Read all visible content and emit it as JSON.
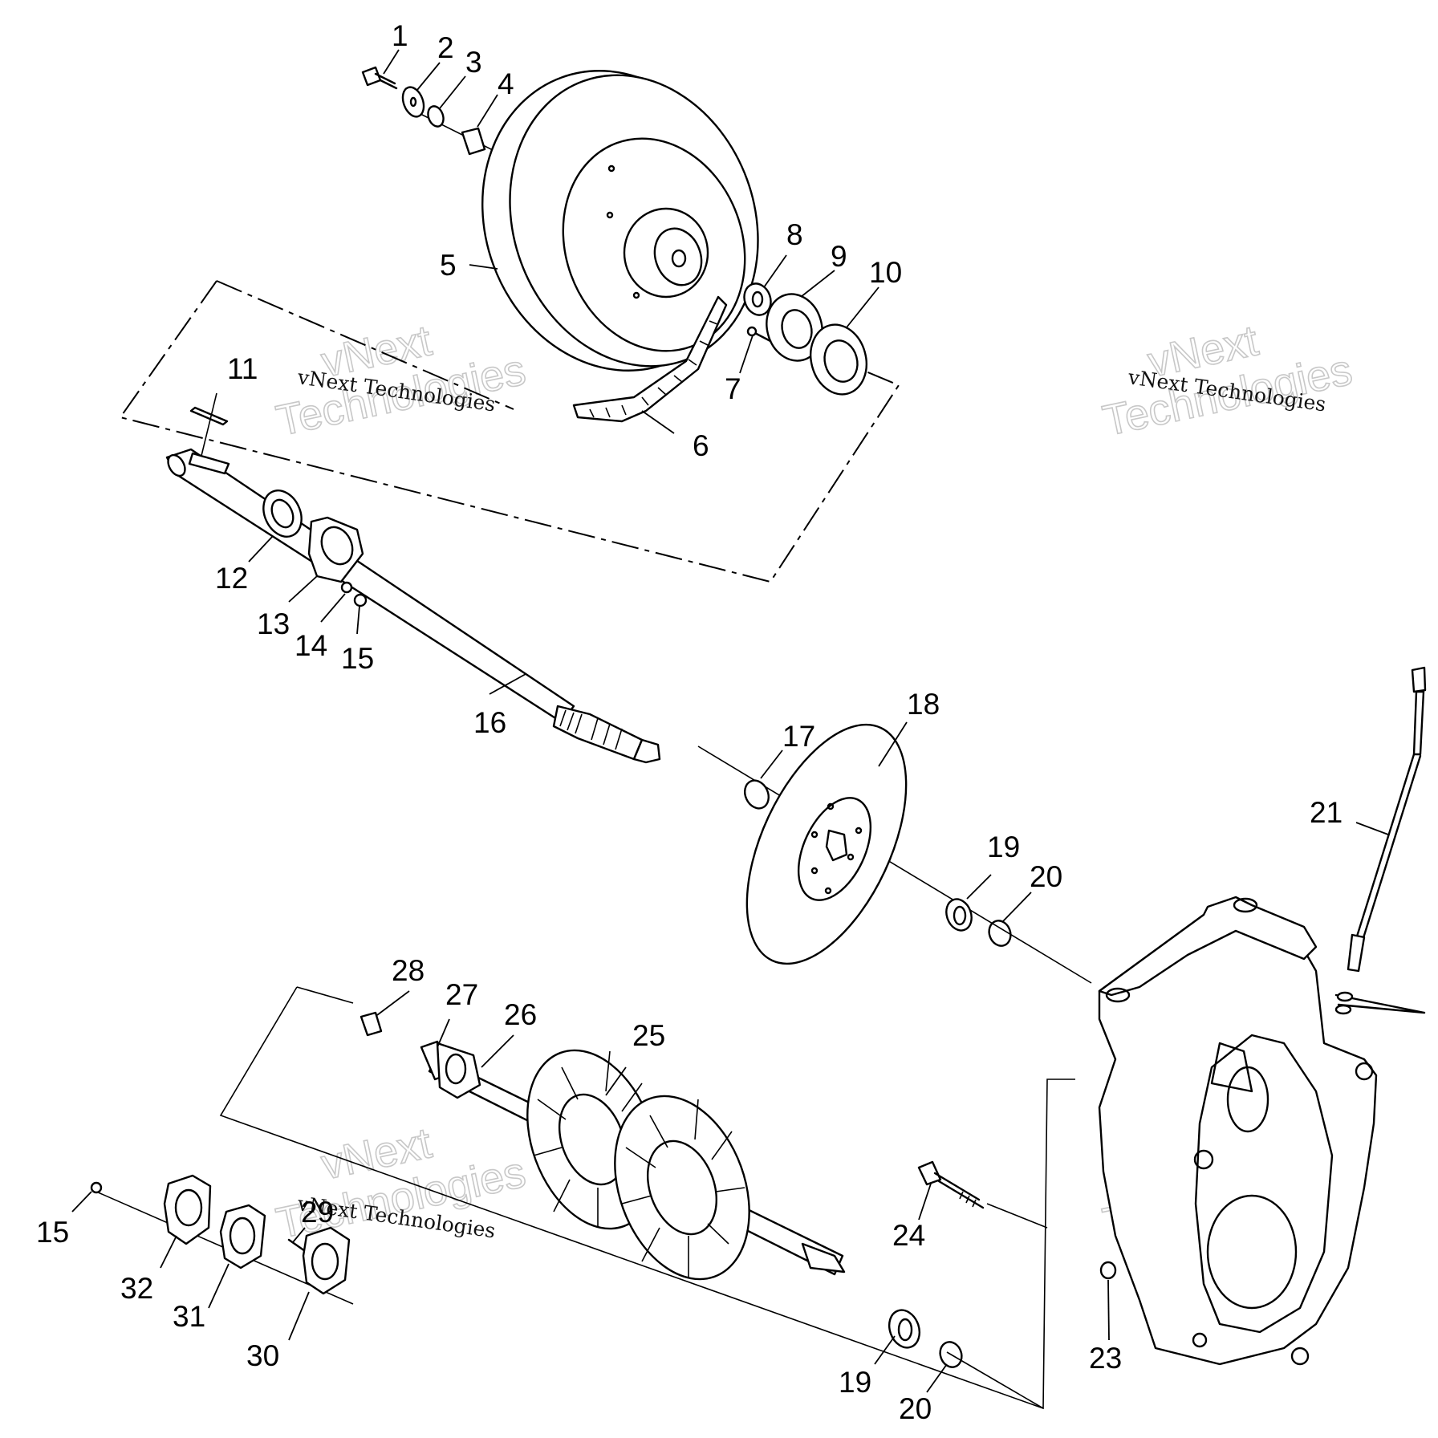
{
  "watermark": {
    "line1": "vNext",
    "line2": "Technologies",
    "small": "vNext Technologies"
  },
  "callouts": {
    "c1": "1",
    "c2": "2",
    "c3": "3",
    "c4": "4",
    "c5": "5",
    "c6": "6",
    "c7": "7",
    "c8": "8",
    "c9": "9",
    "c10": "10",
    "c11": "11",
    "c12": "12",
    "c13": "13",
    "c14": "14",
    "c15a": "15",
    "c15b": "15",
    "c16": "16",
    "c17": "17",
    "c18": "18",
    "c19a": "19",
    "c19b": "19",
    "c20a": "20",
    "c20b": "20",
    "c21": "21",
    "c23": "23",
    "c24": "24",
    "c25": "25",
    "c26": "26",
    "c27": "27",
    "c28": "28",
    "c29": "29",
    "c30": "30",
    "c31": "31",
    "c32": "32"
  },
  "icons": {
    "sprocket": "drive-sprocket-icon",
    "pulley": "driven-pulley-icon",
    "brake_disc": "brake-disc-icon",
    "chaincase": "chaincase-housing-icon",
    "shaft": "jackshaft-icon"
  }
}
